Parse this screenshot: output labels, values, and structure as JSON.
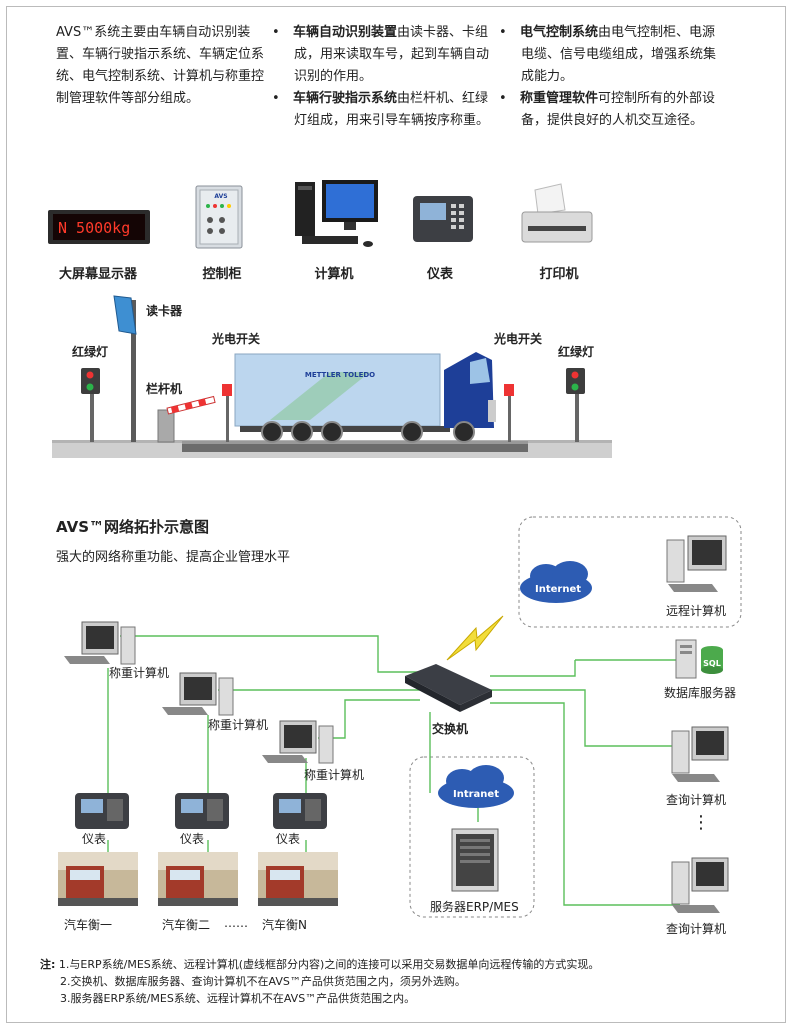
{
  "intro": {
    "col1": "AVS™系统主要由车辆自动识别装置、车辆行驶指示系统、车辆定位系统、电气控制系统、计算机与称重控制管理软件等部分组成。",
    "col2_items": [
      {
        "bold": "车辆自动识别装置",
        "text": "由读卡器、卡组成，用来读取车号，起到车辆自动识别的作用。"
      },
      {
        "bold": "车辆行驶指示系统",
        "text": "由栏杆机、红绿灯组成，用来引导车辆按序称重。"
      }
    ],
    "col3_items": [
      {
        "bold": "电气控制系统",
        "text": "由电气控制柜、电源电缆、信号电缆组成，增强系统集成能力。"
      },
      {
        "bold": "称重管理软件",
        "text": "可控制所有的外部设备，提供良好的人机交互途径。"
      }
    ]
  },
  "devices": {
    "display_text": "N  5000kg",
    "cabinet_logo": "AVS",
    "labels": [
      "大屏幕显示器",
      "控制柜",
      "计算机",
      "仪表",
      "打印机"
    ]
  },
  "scene": {
    "card_reader": "读卡器",
    "light_left": "红绿灯",
    "light_right": "红绿灯",
    "barrier": "栏杆机",
    "photo_left": "光电开关",
    "photo_right": "光电开关",
    "truck_brand": "METTLER TOLEDO"
  },
  "network": {
    "title": "AVS™网络拓扑示意图",
    "subtitle": "强大的网络称重功能、提高企业管理水平",
    "internet": "Internet",
    "intranet": "Intranet",
    "remote_pc": "远程计算机",
    "db_server": "数据库服务器",
    "db_tag": "SQL",
    "switch": "交换机",
    "query_pc_1": "查询计算机",
    "query_pc_2": "查询计算机",
    "server": "服务器ERP/MES",
    "weigh_pc": [
      "称重计算机",
      "称重计算机",
      "称重计算机"
    ],
    "instrument": [
      "仪表",
      "仪表",
      "仪表"
    ],
    "scales": [
      "汽车衡一",
      "汽车衡二",
      "汽车衡N"
    ],
    "ellipsis": "……",
    "vdots": "⋮"
  },
  "notes": {
    "prefix": "注:",
    "lines": [
      "1.与ERP系统/MES系统、远程计算机(虚线框部分内容)之间的连接可以采用交易数据单向远程传输的方式实现。",
      "2.交换机、数据库服务器、查询计算机不在AVS™产品供货范围之内，须另外选购。",
      "3.服务器ERP系统/MES系统、远程计算机不在AVS™产品供货范围之内。"
    ]
  },
  "colors": {
    "line_green": "#5bbf5b",
    "red": "#d42020",
    "truck_body": "#bcd6ee",
    "cab_blue": "#1e3f98"
  }
}
